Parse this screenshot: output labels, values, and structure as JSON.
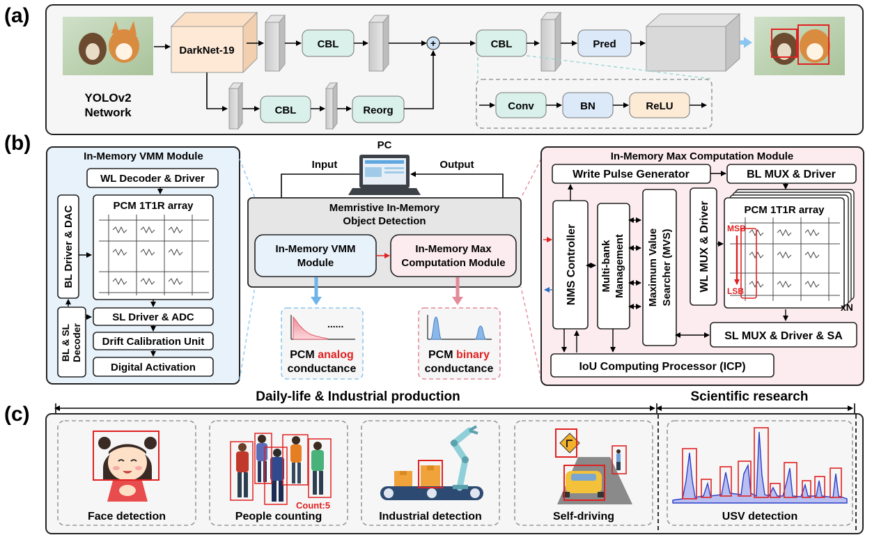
{
  "panel_labels": {
    "a": "(a)",
    "b": "(b)",
    "c": "(c)"
  },
  "panel_a": {
    "network_label_1": "YOLOv2",
    "network_label_2": "Network",
    "darknet": "DarkNet-19",
    "cbl_top": "CBL",
    "cbl_bottom": "CBL",
    "reorg": "Reorg",
    "plus": "+",
    "cbl_after": "CBL",
    "pred": "Pred",
    "conv": "Conv",
    "bn": "BN",
    "relu": "ReLU"
  },
  "panel_b": {
    "pc": "PC",
    "input": "Input",
    "output": "Output",
    "center_title_1": "Memristive In-Memory",
    "center_title_2": "Object Detection",
    "center_vmm_1": "In-Memory VMM",
    "center_vmm_2": "Module",
    "center_max_1": "In-Memory Max",
    "center_max_2": "Computation Module",
    "analog_1": "PCM",
    "analog_red": "analog",
    "analog_2": "conductance",
    "binary_1": "PCM",
    "binary_red": "binary",
    "binary_2": "conductance",
    "dots": "......",
    "vmm": {
      "title": "In-Memory VMM Module",
      "wl_decoder": "WL Decoder & Driver",
      "bl_driver": "BL Driver & DAC",
      "array": "PCM 1T1R array",
      "sl_driver": "SL Driver & ADC",
      "drift": "Drift Calibration Unit",
      "activation": "Digital Activation",
      "decoder_1": "BL & SL",
      "decoder_2": "Decoder"
    },
    "max": {
      "title": "In-Memory Max Computation Module",
      "write_pulse": "Write Pulse Generator",
      "bl_mux": "BL MUX & Driver",
      "nms": "NMS Controller",
      "multibank_1": "Multi-bank",
      "multibank_2": "Management",
      "mvs_1": "Maximum Value",
      "mvs_2": "Searcher (MVS)",
      "wl_mux": "WL MUX & Driver",
      "array": "PCM 1T1R array",
      "msb": "MSB",
      "lsb": "LSB",
      "xn": "xN",
      "sl_mux": "SL MUX & Driver & SA",
      "icp": "IoU Computing Processor (ICP)"
    }
  },
  "panel_c": {
    "daily_label": "Daily-life & Industrial production",
    "science_label": "Scientific research",
    "count_label": "Count:5",
    "apps": [
      "Face detection",
      "People counting",
      "Industrial detection",
      "Self-driving",
      "USV detection"
    ]
  },
  "colors": {
    "darknet_fill": "#fde9d6",
    "cbl_fill": "#d9f1ea",
    "pred_fill": "#dbe9f8",
    "relu_fill": "#fdebd6",
    "vmm_panel": "#e8f2fb",
    "max_panel": "#fdecef",
    "bright_red": "#e02020",
    "blue_arrow": "#6eb4e8",
    "pink_arrow": "#e48a9a"
  }
}
